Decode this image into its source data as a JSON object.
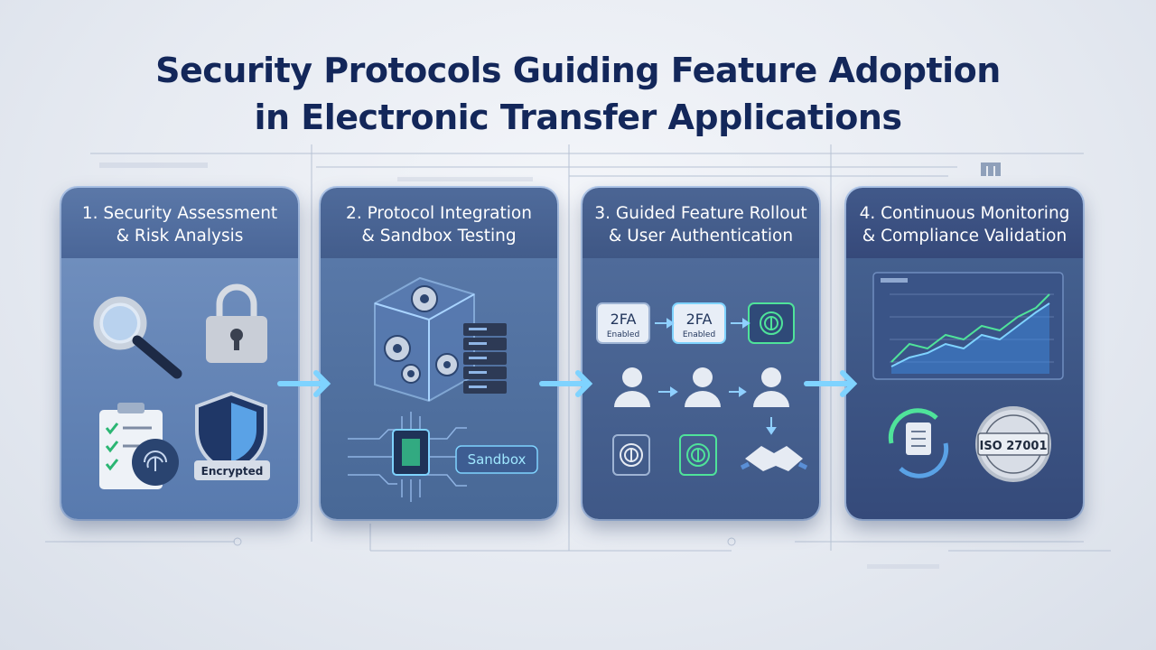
{
  "title": {
    "line1": "Security Protocols Guiding Feature Adoption",
    "line2": "in Electronic Transfer Applications"
  },
  "steps": [
    {
      "title_line1": "1. Security Assessment",
      "title_line2": "& Risk Analysis",
      "badge": "Encrypted"
    },
    {
      "title_line1": "2. Protocol Integration",
      "title_line2": "& Sandbox Testing",
      "badge": "Sandbox"
    },
    {
      "title_line1": "3. Guided Feature Rollout",
      "title_line2": "& User Authentication",
      "badge": "2FA",
      "badge_sub": "Enabled"
    },
    {
      "title_line1": "4. Continuous Monitoring",
      "title_line2": "& Compliance Validation",
      "badge": "ISO 27001"
    }
  ],
  "colors": {
    "title": "#13275a",
    "accent": "#7fd3ff",
    "green": "#4fe39a"
  },
  "icons": [
    "magnifier-icon",
    "padlock-icon",
    "checklist-fingerprint-icon",
    "shield-icon",
    "gear-cube-icon",
    "server-icon",
    "circuit-chip-icon",
    "user-icon",
    "fingerprint-icon",
    "handshake-icon",
    "line-chart-icon",
    "cycle-document-icon",
    "certification-seal-icon"
  ]
}
